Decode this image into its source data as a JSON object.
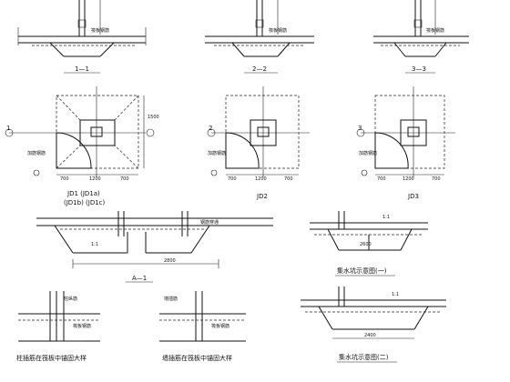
{
  "sections": {
    "s1": "1—1",
    "s2": "2—2",
    "s3": "3—3"
  },
  "plans": {
    "jd1_title_a": "JD1 (JD1a)",
    "jd1_title_b": "(JD1b) (JD1c)",
    "jd2_title": "JD2",
    "jd3_title": "JD3",
    "axis_1": "1",
    "axis_2": "2",
    "axis_3": "3",
    "dim_1": "700",
    "dim_2": "1200",
    "dim_3": "700"
  },
  "detail_labels": {
    "section_a": "A—1",
    "sump_1": "集水坑示意图(一)",
    "sump_2": "集水坑示意图(二)",
    "detail_col": "柱插筋在筏板中锚固大样",
    "detail_wall": "墙插筋在筏板中锚固大样",
    "dim_2800": "2800",
    "dim_2600": "2600",
    "dim_2400": "2400"
  }
}
